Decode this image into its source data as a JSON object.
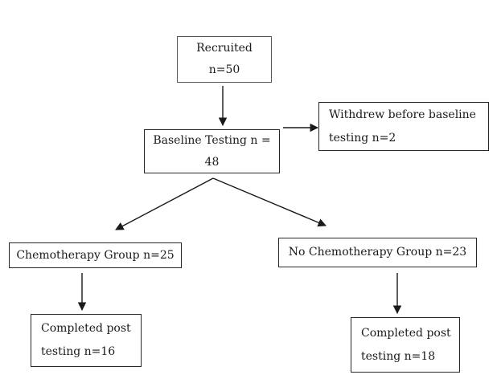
{
  "diagram": {
    "title": "participant-flow-chart",
    "colors": {
      "background": "#ffffff",
      "text": "#1a1a1a",
      "box_border": "#262626",
      "recruited_box_border": "#595959",
      "arrow": "#1a1a1a"
    },
    "nodes": {
      "recruited": {
        "lines": [
          "Recruited",
          "n=50"
        ]
      },
      "baseline_testing": {
        "lines": [
          "Baseline Testing n =",
          "48"
        ]
      },
      "withdrew": {
        "lines": [
          "Withdrew before baseline",
          "testing n=2"
        ]
      },
      "chemotherapy_group": {
        "lines": [
          "Chemotherapy Group n=25"
        ]
      },
      "no_chemotherapy_group": {
        "lines": [
          "No Chemotherapy Group n=23"
        ]
      },
      "completed_post_chemo": {
        "lines": [
          "Completed post",
          "testing n=16"
        ]
      },
      "completed_post_no_chemo": {
        "lines": [
          "Completed post",
          "testing n=18"
        ]
      }
    },
    "edges": [
      {
        "from": "recruited",
        "to": "baseline_testing"
      },
      {
        "from": "baseline_testing",
        "to": "withdrew"
      },
      {
        "from": "baseline_testing",
        "to": "chemotherapy_group"
      },
      {
        "from": "baseline_testing",
        "to": "no_chemotherapy_group"
      },
      {
        "from": "chemotherapy_group",
        "to": "completed_post_chemo"
      },
      {
        "from": "no_chemotherapy_group",
        "to": "completed_post_no_chemo"
      }
    ]
  }
}
